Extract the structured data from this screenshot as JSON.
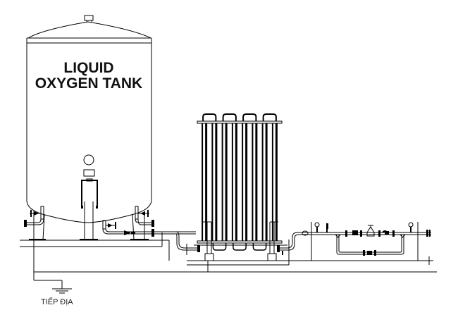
{
  "diagram": {
    "tank": {
      "label_line1": "LIQUID",
      "label_line2": "OXYGEN TANK"
    },
    "ground": {
      "label": "TIẾP ĐỊA"
    },
    "vaporizer": {
      "tube_count": 8,
      "loop_count": 4
    },
    "colors": {
      "line": "#000000",
      "background": "#ffffff"
    }
  }
}
